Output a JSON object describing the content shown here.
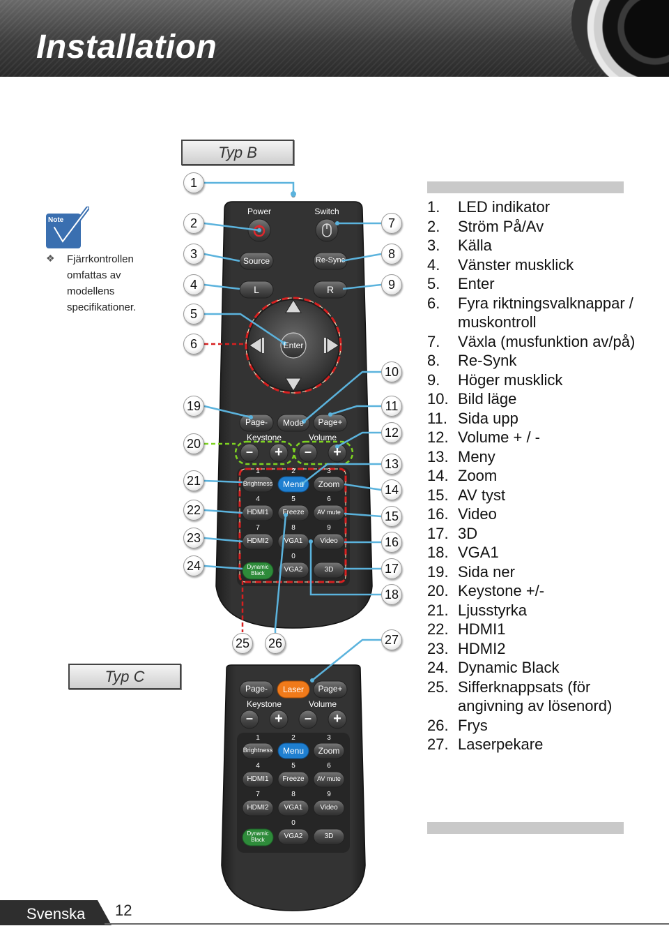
{
  "header": {
    "title": "Installation"
  },
  "labels": {
    "typ_b": "Typ B",
    "typ_c": "Typ C"
  },
  "note": {
    "icon": "note-icon",
    "icon_text": "Note",
    "text": "Fjärrkontrollen omfattas av modellens specifikationer."
  },
  "remote_b": {
    "top_labels": {
      "power": "Power",
      "switch": "Switch"
    },
    "buttons": {
      "source": "Source",
      "resync": "Re-Sync",
      "left": "L",
      "right": "R",
      "enter": "Enter",
      "page_minus": "Page-",
      "mode": "Mode",
      "page_plus": "Page+",
      "keystone": "Keystone",
      "volume": "Volume",
      "minus": "–",
      "plus": "+",
      "brightness": "Brightness",
      "menu": "Menu",
      "zoom": "Zoom",
      "hdmi1": "HDMI1",
      "freeze": "Freeze",
      "avmute": "AV mute",
      "hdmi2": "HDMI2",
      "vga1": "VGA1",
      "video": "Video",
      "dynamic_black_1": "Dynamic",
      "dynamic_black_2": "Black",
      "vga2": "VGA2",
      "three_d": "3D"
    },
    "digits": [
      "1",
      "2",
      "3",
      "4",
      "5",
      "6",
      "7",
      "8",
      "9",
      "0"
    ]
  },
  "remote_c": {
    "buttons": {
      "page_minus": "Page-",
      "laser": "Laser",
      "page_plus": "Page+",
      "keystone": "Keystone",
      "volume": "Volume",
      "minus": "–",
      "plus": "+",
      "brightness": "Brightness",
      "menu": "Menu",
      "zoom": "Zoom",
      "hdmi1": "HDMI1",
      "freeze": "Freeze",
      "avmute": "AV mute",
      "hdmi2": "HDMI2",
      "vga1": "VGA1",
      "video": "Video",
      "dynamic_black_1": "Dynamic",
      "dynamic_black_2": "Black",
      "vga2": "VGA2",
      "three_d": "3D"
    },
    "digits": [
      "1",
      "2",
      "3",
      "4",
      "5",
      "6",
      "7",
      "8",
      "9",
      "0"
    ]
  },
  "callouts": [
    "1",
    "2",
    "3",
    "4",
    "5",
    "6",
    "7",
    "8",
    "9",
    "10",
    "11",
    "12",
    "13",
    "14",
    "15",
    "16",
    "17",
    "18",
    "19",
    "20",
    "21",
    "22",
    "23",
    "24",
    "25",
    "26",
    "27"
  ],
  "list": [
    {
      "num": "1.",
      "text": "LED indikator"
    },
    {
      "num": "2.",
      "text": "Ström På/Av"
    },
    {
      "num": "3.",
      "text": "Källa"
    },
    {
      "num": "4.",
      "text": "Vänster musklick"
    },
    {
      "num": "5.",
      "text": "Enter"
    },
    {
      "num": "6.",
      "text": "Fyra riktningsvalknappar / muskontroll"
    },
    {
      "num": "7.",
      "text": "Växla (musfunktion av/på)"
    },
    {
      "num": "8.",
      "text": "Re-Synk"
    },
    {
      "num": "9.",
      "text": "Höger musklick"
    },
    {
      "num": "10.",
      "text": "Bild läge"
    },
    {
      "num": "11.",
      "text": "Sida upp"
    },
    {
      "num": "12.",
      "text": "Volume + / -"
    },
    {
      "num": "13.",
      "text": "Meny"
    },
    {
      "num": "14.",
      "text": "Zoom"
    },
    {
      "num": "15.",
      "text": "AV tyst"
    },
    {
      "num": "16.",
      "text": "Video"
    },
    {
      "num": "17.",
      "text": "3D"
    },
    {
      "num": "18.",
      "text": "VGA1"
    },
    {
      "num": "19.",
      "text": "Sida ner"
    },
    {
      "num": "20.",
      "text": "Keystone +/-"
    },
    {
      "num": "21.",
      "text": "Ljusstyrka"
    },
    {
      "num": "22.",
      "text": "HDMI1"
    },
    {
      "num": "23.",
      "text": "HDMI2"
    },
    {
      "num": "24.",
      "text": "Dynamic Black"
    },
    {
      "num": "25.",
      "text": "Sifferknappsats (för angivning av lösenord)"
    },
    {
      "num": "26.",
      "text": "Frys"
    },
    {
      "num": "27.",
      "text": "Laserpekare"
    }
  ],
  "footer": {
    "language": "Svenska",
    "page": "12"
  },
  "colors": {
    "header": "#3d3d3d",
    "remote_body": "#2b2b2b",
    "power_red": "#e0282e",
    "menu_blue": "#1f7fd0",
    "laser_orange": "#f07a1a",
    "dynamic_green": "#2e8b3a",
    "callout_line": "#5bb3dd",
    "dash_red": "#d82020",
    "dash_green": "#7ed321"
  }
}
